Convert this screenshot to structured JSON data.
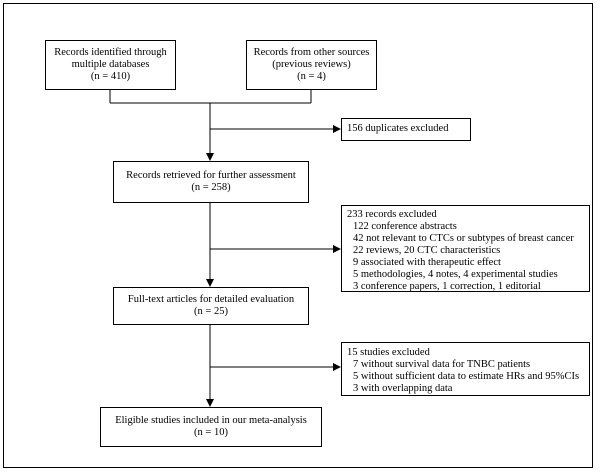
{
  "boxes": {
    "records_databases": {
      "lines": [
        "Records identified through",
        "multiple databases",
        "(n = 410)"
      ]
    },
    "records_other": {
      "lines": [
        "Records from other sources",
        "(previous reviews)",
        "(n = 4)"
      ]
    },
    "duplicates": {
      "lines": [
        "156 duplicates excluded"
      ]
    },
    "retrieved": {
      "lines": [
        "Records retrieved for further assessment",
        "(n = 258)"
      ]
    },
    "records_excluded": {
      "title": "233 records excluded",
      "items": [
        "122 conference abstracts",
        "42 not relevant to CTCs or subtypes of breast cancer",
        "22 reviews, 20 CTC characteristics",
        "9 associated with therapeutic effect",
        "5 methodologies, 4 notes, 4 experimental studies",
        "3 conference papers, 1 correction, 1 editorial"
      ]
    },
    "full_text": {
      "lines": [
        "Full-text articles for detailed evaluation",
        "(n = 25)"
      ]
    },
    "studies_excluded": {
      "title": "15 studies excluded",
      "items": [
        "7 without survival data for TNBC patients",
        "5 without sufficient data to estimate HRs and 95%CIs",
        "3 with overlapping data"
      ]
    },
    "eligible": {
      "lines": [
        "Eligible studies included in our meta-analysis",
        "(n = 10)"
      ]
    }
  }
}
